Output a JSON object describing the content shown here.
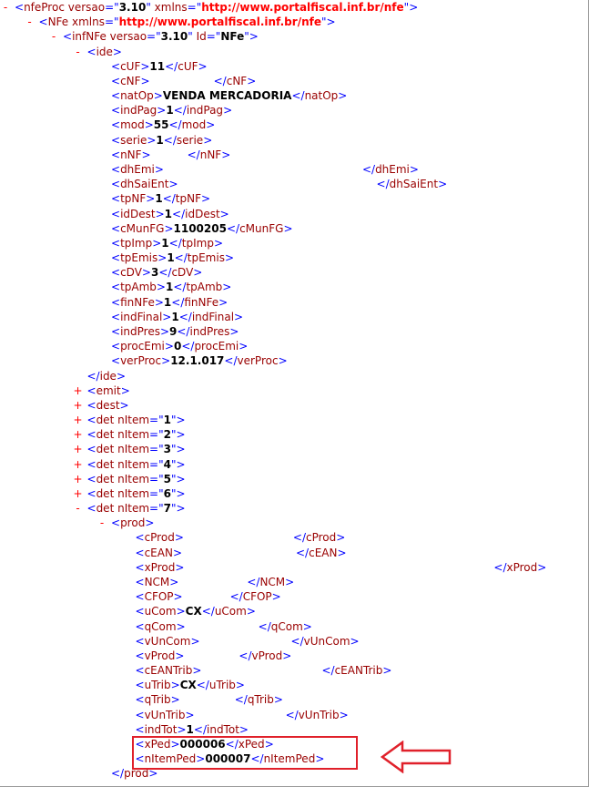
{
  "colors": {
    "markup": "#0000ff",
    "tag": "#990000",
    "toggle": "#ff0000",
    "namespace": "#ff0000",
    "highlight": "#e0202a"
  },
  "icons": {
    "arrow": "left-arrow-icon"
  },
  "lines": [
    {
      "ind": 0,
      "tog": "-",
      "type": "open",
      "tag": "nfeProc",
      "attrs": [
        {
          "n": "versao",
          "v": "3.10"
        },
        {
          "n": "xmlns",
          "v": "http://www.portalfiscal.inf.br/nfe",
          "ns": true
        }
      ]
    },
    {
      "ind": 1,
      "tog": "-",
      "type": "open",
      "tag": "NFe",
      "attrs": [
        {
          "n": "xmlns",
          "v": "http://www.portalfiscal.inf.br/nfe",
          "ns": true
        }
      ]
    },
    {
      "ind": 2,
      "tog": "-",
      "type": "open",
      "tag": "infNFe",
      "attrs": [
        {
          "n": "versao",
          "v": "3.10"
        },
        {
          "n": "Id",
          "v": "NFe"
        }
      ]
    },
    {
      "ind": 3,
      "tog": "-",
      "type": "open",
      "tag": "ide",
      "attrs": []
    },
    {
      "ind": 4,
      "type": "elem",
      "tag": "cUF",
      "text": "11"
    },
    {
      "ind": 4,
      "type": "elem",
      "tag": "cNF",
      "text": "",
      "gap": 70
    },
    {
      "ind": 4,
      "type": "elem",
      "tag": "natOp",
      "text": "VENDA MERCADORIA"
    },
    {
      "ind": 4,
      "type": "elem",
      "tag": "indPag",
      "text": "1"
    },
    {
      "ind": 4,
      "type": "elem",
      "tag": "mod",
      "text": "55"
    },
    {
      "ind": 4,
      "type": "elem",
      "tag": "serie",
      "text": "1"
    },
    {
      "ind": 4,
      "type": "elem",
      "tag": "nNF",
      "text": "",
      "gap": 40
    },
    {
      "ind": 4,
      "type": "elem",
      "tag": "dhEmi",
      "text": "",
      "gap": 218
    },
    {
      "ind": 4,
      "type": "elem",
      "tag": "dhSaiEnt",
      "text": "",
      "gap": 218
    },
    {
      "ind": 4,
      "type": "elem",
      "tag": "tpNF",
      "text": "1"
    },
    {
      "ind": 4,
      "type": "elem",
      "tag": "idDest",
      "text": "1"
    },
    {
      "ind": 4,
      "type": "elem",
      "tag": "cMunFG",
      "text": "1100205"
    },
    {
      "ind": 4,
      "type": "elem",
      "tag": "tpImp",
      "text": "1"
    },
    {
      "ind": 4,
      "type": "elem",
      "tag": "tpEmis",
      "text": "1"
    },
    {
      "ind": 4,
      "type": "elem",
      "tag": "cDV",
      "text": "3"
    },
    {
      "ind": 4,
      "type": "elem",
      "tag": "tpAmb",
      "text": "1"
    },
    {
      "ind": 4,
      "type": "elem",
      "tag": "finNFe",
      "text": "1"
    },
    {
      "ind": 4,
      "type": "elem",
      "tag": "indFinal",
      "text": "1"
    },
    {
      "ind": 4,
      "type": "elem",
      "tag": "indPres",
      "text": "9"
    },
    {
      "ind": 4,
      "type": "elem",
      "tag": "procEmi",
      "text": "0"
    },
    {
      "ind": 4,
      "type": "elem",
      "tag": "verProc",
      "text": "12.1.017"
    },
    {
      "ind": 3,
      "type": "close",
      "tag": "ide"
    },
    {
      "ind": 3,
      "tog": "+",
      "type": "open",
      "tag": "emit",
      "attrs": []
    },
    {
      "ind": 3,
      "tog": "+",
      "type": "open",
      "tag": "dest",
      "attrs": []
    },
    {
      "ind": 3,
      "tog": "+",
      "type": "open",
      "tag": "det",
      "attrs": [
        {
          "n": "nItem",
          "v": "1"
        }
      ]
    },
    {
      "ind": 3,
      "tog": "+",
      "type": "open",
      "tag": "det",
      "attrs": [
        {
          "n": "nItem",
          "v": "2"
        }
      ]
    },
    {
      "ind": 3,
      "tog": "+",
      "type": "open",
      "tag": "det",
      "attrs": [
        {
          "n": "nItem",
          "v": "3"
        }
      ]
    },
    {
      "ind": 3,
      "tog": "+",
      "type": "open",
      "tag": "det",
      "attrs": [
        {
          "n": "nItem",
          "v": "4"
        }
      ]
    },
    {
      "ind": 3,
      "tog": "+",
      "type": "open",
      "tag": "det",
      "attrs": [
        {
          "n": "nItem",
          "v": "5"
        }
      ]
    },
    {
      "ind": 3,
      "tog": "+",
      "type": "open",
      "tag": "det",
      "attrs": [
        {
          "n": "nItem",
          "v": "6"
        }
      ]
    },
    {
      "ind": 3,
      "tog": "-",
      "type": "open",
      "tag": "det",
      "attrs": [
        {
          "n": "nItem",
          "v": "7"
        }
      ]
    },
    {
      "ind": 4,
      "tog": "-",
      "type": "open",
      "tag": "prod",
      "attrs": []
    },
    {
      "ind": 5,
      "type": "elem",
      "tag": "cProd",
      "text": "",
      "gap": 120
    },
    {
      "ind": 5,
      "type": "elem",
      "tag": "cEAN",
      "text": "",
      "gap": 125
    },
    {
      "ind": 5,
      "type": "elem",
      "tag": "xProd",
      "text": "",
      "gap": 340
    },
    {
      "ind": 5,
      "type": "elem",
      "tag": "NCM",
      "text": "",
      "gap": 75
    },
    {
      "ind": 5,
      "type": "elem",
      "tag": "CFOP",
      "text": "",
      "gap": 52
    },
    {
      "ind": 5,
      "type": "elem",
      "tag": "uCom",
      "text": "CX"
    },
    {
      "ind": 5,
      "type": "elem",
      "tag": "qCom",
      "text": "",
      "gap": 80
    },
    {
      "ind": 5,
      "type": "elem",
      "tag": "vUnCom",
      "text": "",
      "gap": 100
    },
    {
      "ind": 5,
      "type": "elem",
      "tag": "vProd",
      "text": "",
      "gap": 60
    },
    {
      "ind": 5,
      "type": "elem",
      "tag": "cEANTrib",
      "text": "",
      "gap": 132
    },
    {
      "ind": 5,
      "type": "elem",
      "tag": "uTrib",
      "text": "CX"
    },
    {
      "ind": 5,
      "type": "elem",
      "tag": "qTrib",
      "text": "",
      "gap": 60
    },
    {
      "ind": 5,
      "type": "elem",
      "tag": "vUnTrib",
      "text": "",
      "gap": 100
    },
    {
      "ind": 5,
      "type": "elem",
      "tag": "indTot",
      "text": "1"
    },
    {
      "ind": 5,
      "type": "elem",
      "tag": "xPed",
      "text": "000006"
    },
    {
      "ind": 5,
      "type": "elem",
      "tag": "nItemPed",
      "text": "000007"
    },
    {
      "ind": 4,
      "type": "close",
      "tag": "prod"
    }
  ]
}
